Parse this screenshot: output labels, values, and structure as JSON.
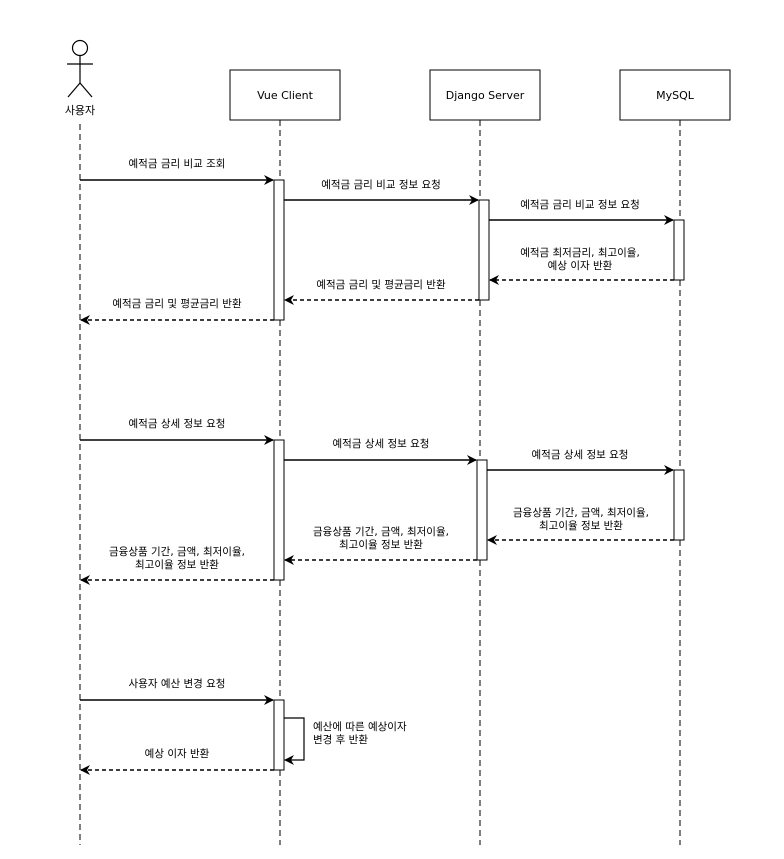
{
  "actor": {
    "name": "사용자"
  },
  "participants": [
    {
      "name": "Vue Client"
    },
    {
      "name": "Django Server"
    },
    {
      "name": "MySQL"
    }
  ],
  "messages": [
    {
      "lines": [
        "예적금 금리 비교 조회"
      ]
    },
    {
      "lines": [
        "예적금 금리 비교 정보 요청"
      ]
    },
    {
      "lines": [
        "예적금 금리 비교 정보 요청"
      ]
    },
    {
      "lines": [
        "예적금 최저금리, 최고이율,",
        "예상 이자 반환"
      ]
    },
    {
      "lines": [
        "예적금 금리 및 평균금리 반환"
      ]
    },
    {
      "lines": [
        "예적금 금리 및 평균금리 반환"
      ]
    },
    {
      "lines": [
        "예적금 상세 정보 요청"
      ]
    },
    {
      "lines": [
        "예적금 상세 정보 요청"
      ]
    },
    {
      "lines": [
        "예적금 상세 정보 요청"
      ]
    },
    {
      "lines": [
        "금융상품 기간, 금액, 최저이율,",
        "최고이율 정보 반환"
      ]
    },
    {
      "lines": [
        "금융상품 기간, 금액, 최저이율,",
        "최고이율 정보 반환"
      ]
    },
    {
      "lines": [
        "금융상품 기간, 금액, 최저이율,",
        "최고이율 정보 반환"
      ]
    },
    {
      "lines": [
        "사용자 예산 변경 요청"
      ]
    },
    {
      "lines": [
        "예산에 따른 예상이자",
        "변경 후 반환"
      ]
    },
    {
      "lines": [
        "예상 이자 반환"
      ]
    }
  ]
}
